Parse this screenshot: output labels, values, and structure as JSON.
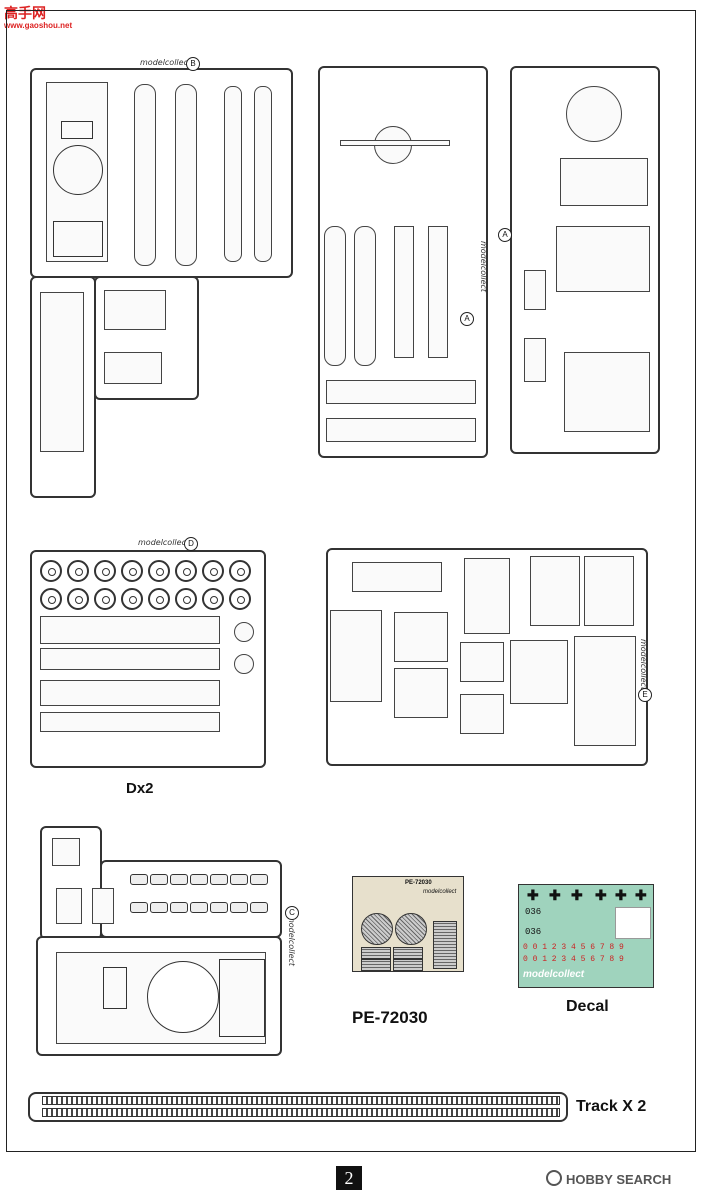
{
  "header": {
    "logo_text": "高手网",
    "logo_url_text": "www.gaoshou.net"
  },
  "brand_label": "modelcollect",
  "sprue_tags": {
    "top_left": "B",
    "top_middle": "A",
    "top_right": "A",
    "mid_left": "D",
    "mid_right": "E",
    "bottom_left": "C"
  },
  "captions": {
    "wheels": "Dx2",
    "photo_etch": "PE-72030",
    "decal": "Decal",
    "track": "Track X 2"
  },
  "photo_etch": {
    "code": "PE-72030",
    "brand": "modelcollect"
  },
  "decal": {
    "unit_numbers": [
      "036",
      "036"
    ],
    "digits": "0 0 1 2 3 4 5 6 7 8 9",
    "digits2": "0 0 1 2 3 4 5 6 7 8 9",
    "brand": "modelcollect",
    "crosses": "✚"
  },
  "footer": {
    "page_number": "2",
    "watermark": "HOBBY SEARCH"
  }
}
